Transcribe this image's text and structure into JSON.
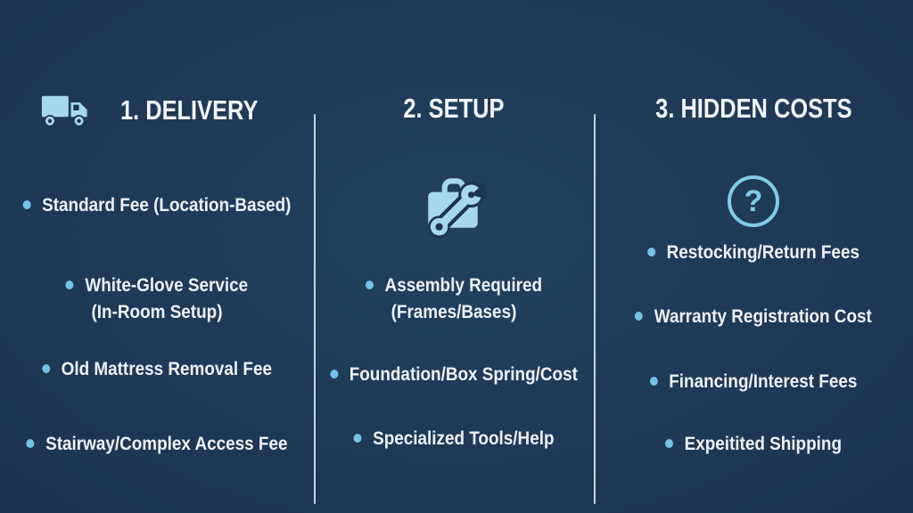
{
  "slide": {
    "background_color": "#1d3551",
    "accent_color": "#7fcbe8",
    "icon_color": "#a5d8ef",
    "text_color": "#edf1f5",
    "divider_color": "#e8f0f6"
  },
  "columns": [
    {
      "id": "delivery",
      "title": "1. DELIVERY",
      "icon": "truck-icon",
      "items": [
        {
          "lines": [
            "Standard Fee (Location-Based)"
          ]
        },
        {
          "lines": [
            "White-Glove Service",
            "(In-Room Setup)"
          ]
        },
        {
          "lines": [
            "Old Mattress Removal Fee"
          ]
        },
        {
          "lines": [
            "Stairway/Complex Access Fee"
          ]
        }
      ]
    },
    {
      "id": "setup",
      "title": "2. SETUP",
      "icon": "toolbox-wrench-icon",
      "items": [
        {
          "lines": [
            "Assembly Required",
            "(Frames/Bases)"
          ]
        },
        {
          "lines": [
            "Foundation/Box Spring/Cost"
          ]
        },
        {
          "lines": [
            "Specialized Tools/Help"
          ]
        }
      ]
    },
    {
      "id": "hidden-costs",
      "title": "3. HIDDEN COSTS",
      "icon": "question-circle-icon",
      "items": [
        {
          "lines": [
            "Restocking/Return Fees"
          ]
        },
        {
          "lines": [
            "Warranty Registration Cost"
          ]
        },
        {
          "lines": [
            "Financing/Interest Fees"
          ]
        },
        {
          "lines": [
            "Expeitited Shipping"
          ]
        }
      ]
    }
  ],
  "question_mark": "?"
}
